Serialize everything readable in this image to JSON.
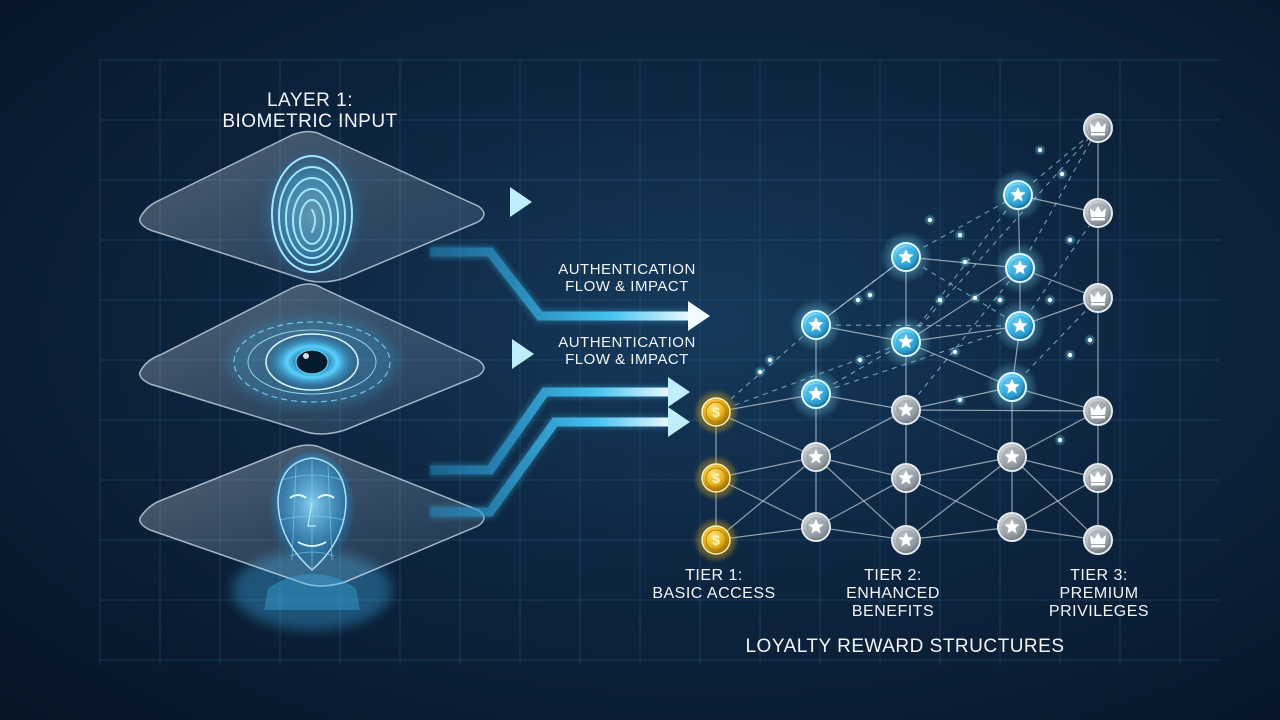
{
  "layer": {
    "title_line1": "LAYER 1:",
    "title_line2": "BIOMETRIC INPUT"
  },
  "biometric_layers": [
    {
      "icon": "fingerprint-icon"
    },
    {
      "icon": "iris-icon"
    },
    {
      "icon": "face-mesh-icon"
    }
  ],
  "flow_labels": [
    {
      "line1": "AUTHENTICATION",
      "line2": "FLOW & IMPACT"
    },
    {
      "line1": "AUTHENTICATION",
      "line2": "FLOW & IMPACT"
    }
  ],
  "tiers": [
    {
      "line1": "TIER 1:",
      "line2": "BASIC ACCESS",
      "icon": "dollar-coin-icon"
    },
    {
      "line1": "TIER 2:",
      "line2": "ENHANCED",
      "line3": "BENEFITS",
      "icon": "star-icon"
    },
    {
      "line1": "TIER 3:",
      "line2": "PREMIUM",
      "line3": "PRIVILEGES",
      "icon": "crown-icon"
    }
  ],
  "caption": "LOYALTY REWARD STRUCTURES",
  "colors": {
    "accent_cyan": "#3fc4ee",
    "gold_coin": "#e9b51f",
    "silver_node": "#b9bfc6",
    "glow_star": "#6fd8ff"
  }
}
